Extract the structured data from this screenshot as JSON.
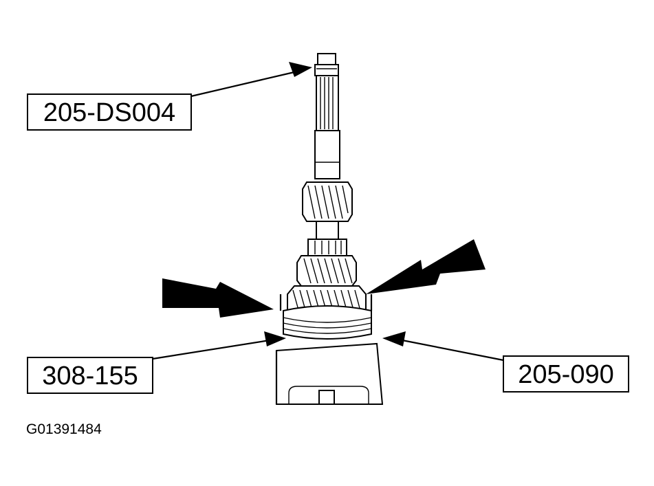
{
  "callouts": {
    "top": "205-DS004",
    "left": "308-155",
    "right": "205-090"
  },
  "figure_id": "G01391484"
}
